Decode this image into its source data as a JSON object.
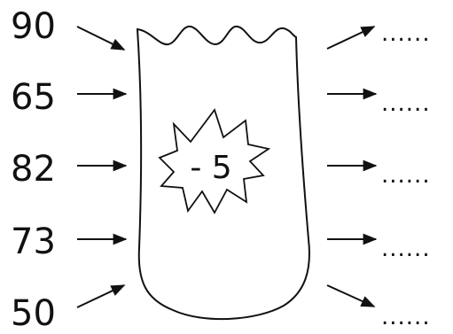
{
  "inputs": [
    "90",
    "65",
    "82",
    "73",
    "50"
  ],
  "outputs": [
    "......",
    "......",
    "......",
    "......",
    "......"
  ],
  "operation": "- 5",
  "colors": {
    "ink": "#111111",
    "background": "#ffffff"
  }
}
